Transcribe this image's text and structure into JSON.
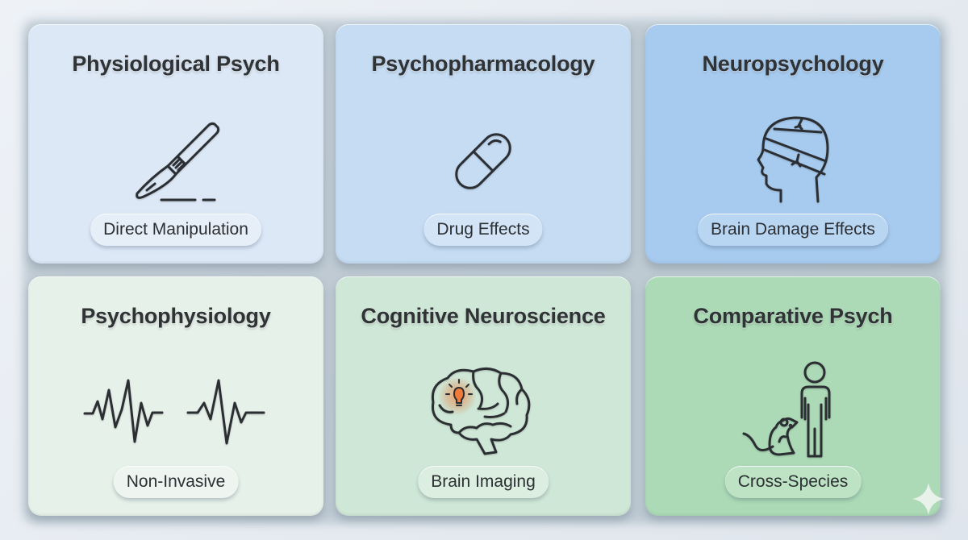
{
  "colors": {
    "background": "#e9eef4",
    "text": "#2f3336",
    "icon_stroke": "#2b2f33",
    "highlight": "#f07a3a"
  },
  "cards": [
    {
      "title": "Physiological Psych",
      "icon": "scalpel-icon",
      "tag": "Direct Manipulation",
      "bg": "#dce8f6",
      "pill_bg": "#e6eef8"
    },
    {
      "title": "Psychopharmacology",
      "icon": "pill-capsule-icon",
      "tag": "Drug Effects",
      "bg": "#c5dcf3",
      "pill_bg": "#d3e4f6"
    },
    {
      "title": "Neuropsychology",
      "icon": "bandaged-head-icon",
      "tag": "Brain Damage Effects",
      "bg": "#a7cbef",
      "pill_bg": "#b8d5f2"
    },
    {
      "title": "Psychophysiology",
      "icon": "waveform-icon",
      "tag": "Non-Invasive",
      "bg": "#e6f1e9",
      "pill_bg": "#eef5f0"
    },
    {
      "title": "Cognitive Neuroscience",
      "icon": "brain-lightbulb-icon",
      "tag": "Brain Imaging",
      "bg": "#cfe7d6",
      "pill_bg": "#dbeedf"
    },
    {
      "title": "Comparative Psych",
      "icon": "rat-and-human-icon",
      "tag": "Cross-Species",
      "bg": "#acdab6",
      "pill_bg": "#bde2c4"
    }
  ]
}
